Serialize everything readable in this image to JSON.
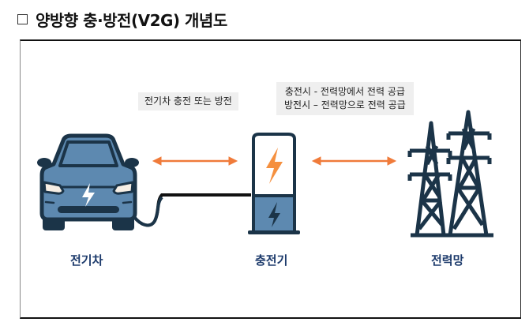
{
  "title": {
    "checkbox_icon": "square-outline",
    "text": "양방향 충·방전(V2G) 개념도"
  },
  "bubbles": {
    "ev_charger": "전기차 충전 또는 방전",
    "grid_line1": "충전시 - 전력망에서 전력 공급",
    "grid_line2": "방전시 – 전력망으로 전력 공급"
  },
  "nodes": {
    "ev": "전기차",
    "charger": "충전기",
    "grid": "전력망"
  },
  "colors": {
    "navy": "#1b3448",
    "blue": "#5d89b0",
    "orange": "#f07b3a",
    "label": "#1c3a6b"
  }
}
